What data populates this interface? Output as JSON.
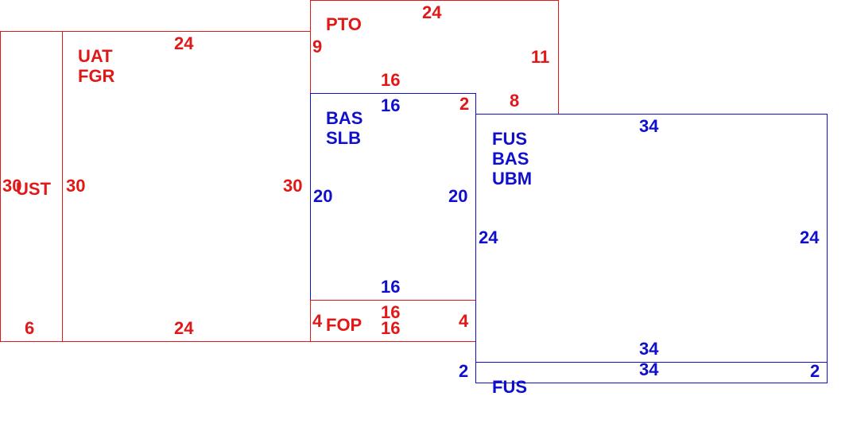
{
  "colors": {
    "red": "#e01818",
    "blue": "#1010cc"
  },
  "blocks": {
    "ust": {
      "color": "red",
      "name_lines": [
        "UST"
      ],
      "dims": {
        "left": "30",
        "right": "30",
        "bottom": "6"
      }
    },
    "uat": {
      "color": "red",
      "name_lines": [
        "UAT",
        "FGR"
      ],
      "dims": {
        "top": "24",
        "right": "30",
        "bottom": "24"
      }
    },
    "pto": {
      "color": "red",
      "name_lines": [
        "PTO"
      ],
      "dims": {
        "top": "24",
        "left": "9",
        "right": "11",
        "bottom": "16",
        "bottom_right": "2",
        "notch": "8"
      }
    },
    "bas": {
      "color": "blue",
      "name_lines": [
        "BAS",
        "SLB"
      ],
      "dims": {
        "top": "16",
        "left": "20",
        "right": "20",
        "bottom": "16"
      }
    },
    "fop": {
      "color": "red",
      "name_lines": [
        "FOP"
      ],
      "dims": {
        "top": "16",
        "left": "4",
        "right": "4",
        "bottom": "16"
      }
    },
    "fus_main": {
      "color": "blue",
      "name_lines": [
        "FUS",
        "BAS",
        "UBM"
      ],
      "dims": {
        "top": "34",
        "left": "24",
        "right": "24",
        "bottom": "34"
      }
    },
    "fus_strip": {
      "color": "blue",
      "name_lines": [
        "FUS"
      ],
      "dims": {
        "top": "34",
        "left": "2",
        "right": "2"
      }
    }
  }
}
